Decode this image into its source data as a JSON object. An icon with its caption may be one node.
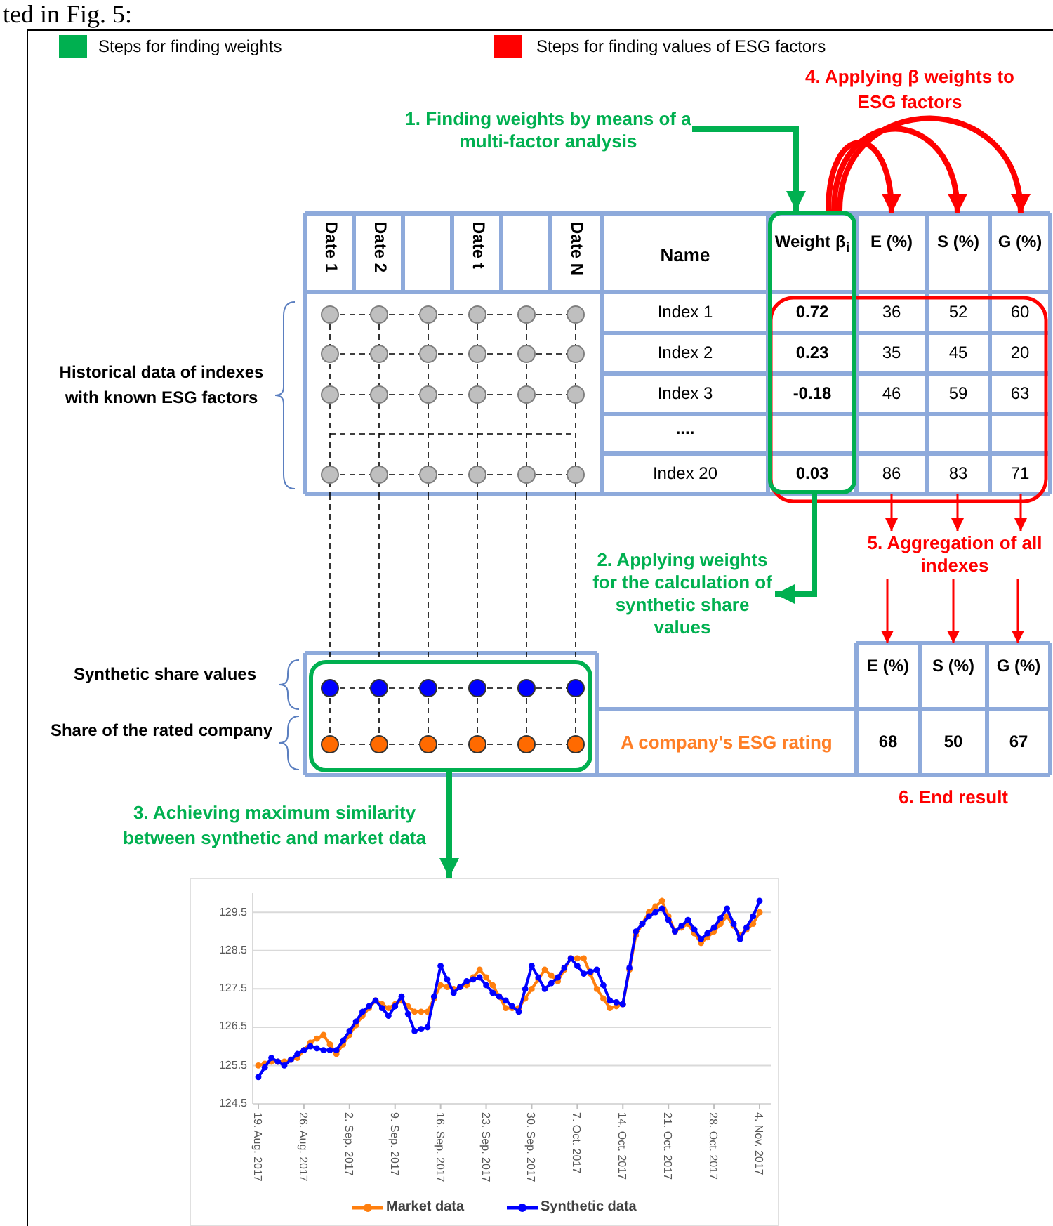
{
  "diagram": {
    "nodes": [
      {
        "text": [
          "1. Finding weights by means of a multi-factor analysis"
        ]
      },
      {
        "text": [
          "Weight β$_{i}$",
          "0.72",
          "0.23",
          "-0.18",
          "0.03"
        ]
      },
      {
        "text": [
          "E (%)",
          "36",
          "35",
          "46",
          "86"
        ]
      },
      {
        "text": [
          "S (%)",
          "52",
          "45",
          "59",
          "83"
        ]
      },
      {
        "text": [
          "G (%)",
          "60",
          "20",
          "63",
          "71"
        ]
      },
      {
        "text": [],
        "shape": "grid"
      },
      {
        "text": [
          "2. Applying weights for the calculation of synthetic share values"
        ]
      },
      {
        "text": [],
        "shape": "box"
      },
      {
        "text": [],
        "shape": "chart"
      },
      {
        "text": [
          "5. Aggregation of all indexes"
        ]
      },
      {
        "text": [
          "E (%)",
          "68"
        ]
      },
      {
        "text": [
          "S (%)",
          "50"
        ]
      },
      {
        "text": [
          "G (%)",
          "67"
        ]
      }
    ],
    "edges": [
      {
        "from": 0,
        "to": 1,
        "arrow": "to",
        "style": "thick",
        "color": "#00b050"
      },
      {
        "from": 1,
        "to": 2,
        "arrow": "to",
        "style": "thick",
        "color": "#ff0000"
      },
      {
        "from": 1,
        "to": 3,
        "arrow": "to",
        "style": "thick",
        "color": "#ff0000"
      },
      {
        "from": 1,
        "to": 4,
        "arrow": "to",
        "style": "thick",
        "color": "#ff0000"
      },
      {
        "from": 1,
        "to": 6,
        "arrow": "to",
        "style": "thick",
        "color": "#00b050"
      },
      {
        "from": 5,
        "to": 7,
        "arrow": "none",
        "style": "dashed",
        "color": "#000000"
      },
      {
        "from": 5,
        "to": 7,
        "arrow": "none",
        "style": "dashed",
        "color": "#000000"
      },
      {
        "from": 5,
        "to": 7,
        "arrow": "none",
        "style": "dashed",
        "color": "#000000"
      },
      {
        "from": 5,
        "to": 7,
        "arrow": "none",
        "style": "dashed",
        "color": "#000000"
      },
      {
        "from": 5,
        "to": 7,
        "arrow": "none",
        "style": "dashed",
        "color": "#000000"
      },
      {
        "from": 5,
        "to": 7,
        "arrow": "none",
        "style": "dashed",
        "color": "#000000"
      },
      {
        "from": 7,
        "to": 8,
        "arrow": "to",
        "style": "thick",
        "color": "#00b050",
        "label": "3. Achieving maximum similarity between synthetic and market data"
      },
      {
        "from": 2,
        "to": 9,
        "arrow": "to",
        "color": "#ff0000"
      },
      {
        "from": 3,
        "to": 9,
        "arrow": "to",
        "color": "#ff0000"
      },
      {
        "from": 4,
        "to": 9,
        "arrow": "to",
        "color": "#ff0000"
      },
      {
        "from": 9,
        "to": 10,
        "arrow": "to",
        "color": "#ff0000"
      },
      {
        "from": 9,
        "to": 11,
        "arrow": "to",
        "color": "#ff0000"
      },
      {
        "from": 9,
        "to": 12,
        "arrow": "to",
        "color": "#ff0000"
      }
    ],
    "labels": [
      "ted in Fig. 5:",
      "4. Applying β weights to ESG factors",
      "Date 1",
      "Date 2",
      "Date t",
      "Date N",
      "Name",
      "Index 1",
      "Index 2",
      "Index 3",
      "....",
      "Index 20",
      "Historical data of indexes with known ESG factors",
      "Synthetic share values",
      "Share of the rated company",
      "A company's ESG rating",
      "6. End result"
    ],
    "legend": [
      {
        "text": "Steps for finding weights",
        "color": "#00b050"
      },
      {
        "text": "Steps for finding values of ESG factors",
        "color": "#ff0000"
      }
    ],
    "chart_data": {
      "type": "line",
      "categories": [
        "19. Aug. 2017",
        null,
        null,
        null,
        null,
        null,
        null,
        "26. Aug. 2017",
        null,
        null,
        null,
        null,
        null,
        null,
        "2. Sep. 2017",
        null,
        null,
        null,
        null,
        null,
        null,
        "9. Sep. 2017",
        null,
        null,
        null,
        null,
        null,
        null,
        "16. Sep. 2017",
        null,
        null,
        null,
        null,
        null,
        null,
        "23. Sep. 2017",
        null,
        null,
        null,
        null,
        null,
        null,
        "30. Sep. 2017",
        null,
        null,
        null,
        null,
        null,
        null,
        "7. Oct. 2017",
        null,
        null,
        null,
        null,
        null,
        null,
        "14. Oct. 2017",
        null,
        null,
        null,
        null,
        null,
        null,
        "21. Oct. 2017",
        null,
        null,
        null,
        null,
        null,
        null,
        "28. Oct. 2017",
        null,
        null,
        null,
        null,
        null,
        null,
        "4. Nov. 2017"
      ],
      "series": [
        {
          "name": "Market data",
          "color": "#ff7f0e",
          "values": [
            125.5,
            125.55,
            125.6,
            125.6,
            125.6,
            125.65,
            125.7,
            125.9,
            126.1,
            126.2,
            126.3,
            126.05,
            125.8,
            126.05,
            126.3,
            126.55,
            126.8,
            127.0,
            127.2,
            127.1,
            127.0,
            127.1,
            127.2,
            127.05,
            126.9,
            126.9,
            126.9,
            127.25,
            127.6,
            127.55,
            127.5,
            127.55,
            127.6,
            127.8,
            128.0,
            127.8,
            127.6,
            127.3,
            127.0,
            127.0,
            127.0,
            127.25,
            127.5,
            127.75,
            128.0,
            127.85,
            127.7,
            128.0,
            128.3,
            128.3,
            128.3,
            127.9,
            127.5,
            127.25,
            127.0,
            127.05,
            127.1,
            128.0,
            128.9,
            129.2,
            129.5,
            129.65,
            129.8,
            129.4,
            129.0,
            129.1,
            129.2,
            128.95,
            128.7,
            128.85,
            129.0,
            129.2,
            129.4,
            129.15,
            128.9,
            129.05,
            129.2,
            129.5
          ]
        },
        {
          "name": "Synthetic data",
          "color": "#0000ff",
          "values": [
            125.2,
            125.45,
            125.7,
            125.6,
            125.5,
            125.65,
            125.8,
            125.9,
            126.0,
            125.95,
            125.9,
            125.9,
            125.9,
            126.15,
            126.4,
            126.65,
            126.9,
            127.05,
            127.2,
            127.0,
            126.8,
            127.05,
            127.3,
            126.85,
            126.4,
            126.45,
            126.5,
            127.3,
            128.1,
            127.75,
            127.4,
            127.55,
            127.7,
            127.75,
            127.8,
            127.6,
            127.4,
            127.3,
            127.2,
            127.05,
            126.9,
            127.5,
            128.1,
            127.8,
            127.5,
            127.65,
            127.8,
            128.05,
            128.3,
            128.1,
            127.9,
            127.95,
            128.0,
            127.6,
            127.2,
            127.15,
            127.1,
            128.05,
            129.0,
            129.2,
            129.4,
            129.5,
            129.6,
            129.3,
            129.0,
            129.15,
            129.3,
            129.05,
            128.8,
            128.95,
            129.1,
            129.35,
            129.6,
            129.2,
            128.8,
            129.1,
            129.4,
            129.8
          ]
        }
      ],
      "grid": true,
      "legend": true,
      "ylim": [
        124.5,
        130
      ],
      "yticks": [
        124.5,
        125.5,
        126.5,
        127.5,
        128.5,
        129.5
      ]
    }
  }
}
